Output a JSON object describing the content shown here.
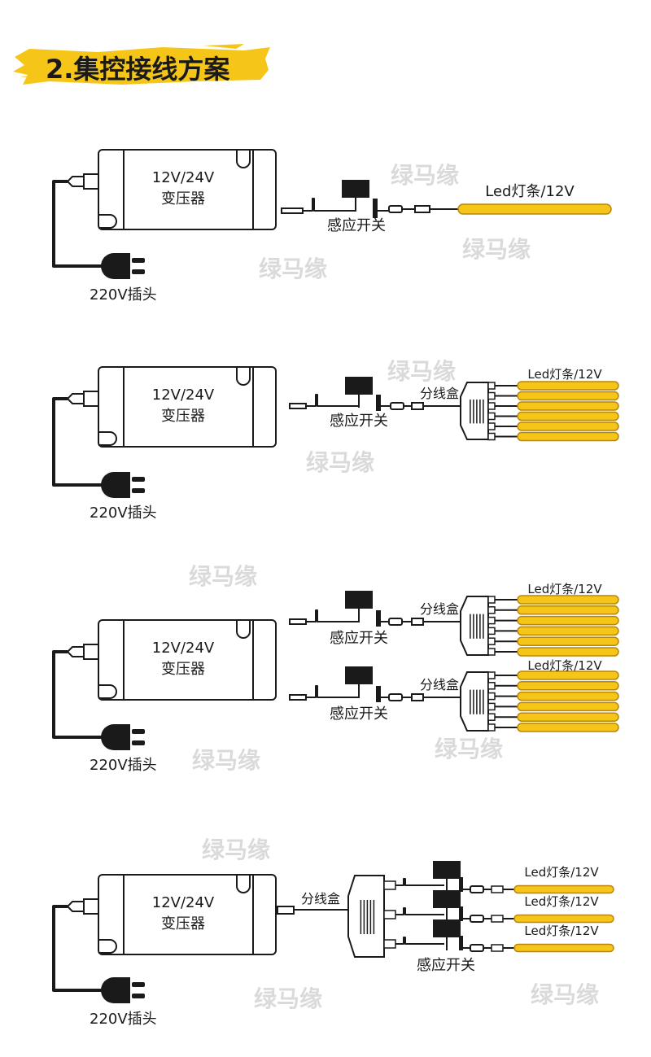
{
  "title": "2.集控接线方案",
  "watermark": "绿马缘",
  "labels": {
    "transformer_line1": "12V/24V",
    "transformer_line2": "变压器",
    "plug": "220V插头",
    "sensor": "感应开关",
    "splitter": "分线盒",
    "led_strip_long": "Led灯条/12V",
    "led_strip": "Led灯条/12V"
  },
  "colors": {
    "accent": "#F5C518",
    "strip_fill": "#F5C518",
    "strip_stroke": "#B8860B",
    "line": "#1a1a1a",
    "watermark": "#d4d4d4"
  },
  "diagrams": [
    {
      "id": "single-strip"
    },
    {
      "id": "splitter-six-strips"
    },
    {
      "id": "two-sensors-two-splitters"
    },
    {
      "id": "splitter-three-sensors"
    }
  ]
}
